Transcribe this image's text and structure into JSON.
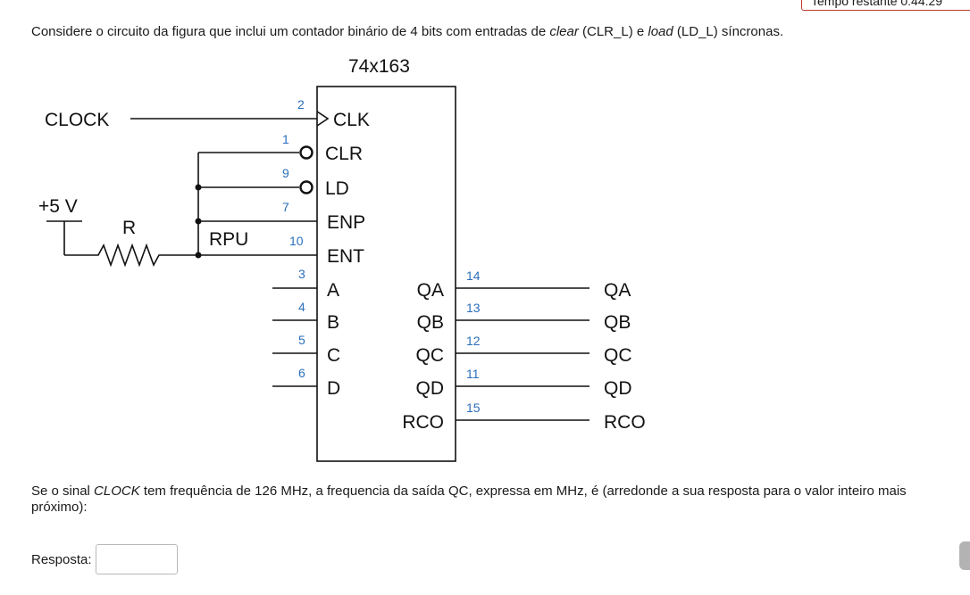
{
  "timer": {
    "label": "Tempo restante 0:44:29"
  },
  "question": {
    "intro_prefix": "Considere o circuito da figura que inclui um contador binário de 4 bits com entradas de ",
    "intro_clear": "clear",
    "intro_mid": " (CLR_L) e ",
    "intro_load": "load",
    "intro_suffix": " (LD_L) síncronas.",
    "body_prefix": "Se o sinal ",
    "body_clock": "CLOCK",
    "body_suffix": " tem frequência de 126 MHz, a frequencia da saída QC, expressa em MHz, é (arredonde a sua resposta para o valor inteiro mais próximo):"
  },
  "circuit": {
    "chip_name": "74x163",
    "clock_label": "CLOCK",
    "supply_label": "+5 V",
    "resistor_label": "R",
    "rpu_label": "RPU",
    "inputs": [
      {
        "name": "CLK",
        "pin": "2"
      },
      {
        "name": "CLR",
        "pin": "1"
      },
      {
        "name": "LD",
        "pin": "9"
      },
      {
        "name": "ENP",
        "pin": "7"
      },
      {
        "name": "ENT",
        "pin": "10"
      },
      {
        "name": "A",
        "pin": "3"
      },
      {
        "name": "B",
        "pin": "4"
      },
      {
        "name": "C",
        "pin": "5"
      },
      {
        "name": "D",
        "pin": "6"
      }
    ],
    "outputs": [
      {
        "name": "QA",
        "pin": "14",
        "signal": "QA"
      },
      {
        "name": "QB",
        "pin": "13",
        "signal": "QB"
      },
      {
        "name": "QC",
        "pin": "12",
        "signal": "QC"
      },
      {
        "name": "QD",
        "pin": "11",
        "signal": "QD"
      },
      {
        "name": "RCO",
        "pin": "15",
        "signal": "RCO"
      }
    ]
  },
  "answer": {
    "label": "Resposta:",
    "value": ""
  },
  "colors": {
    "pin_number": "#2a6ebb",
    "timer_border": "#c0392b"
  }
}
